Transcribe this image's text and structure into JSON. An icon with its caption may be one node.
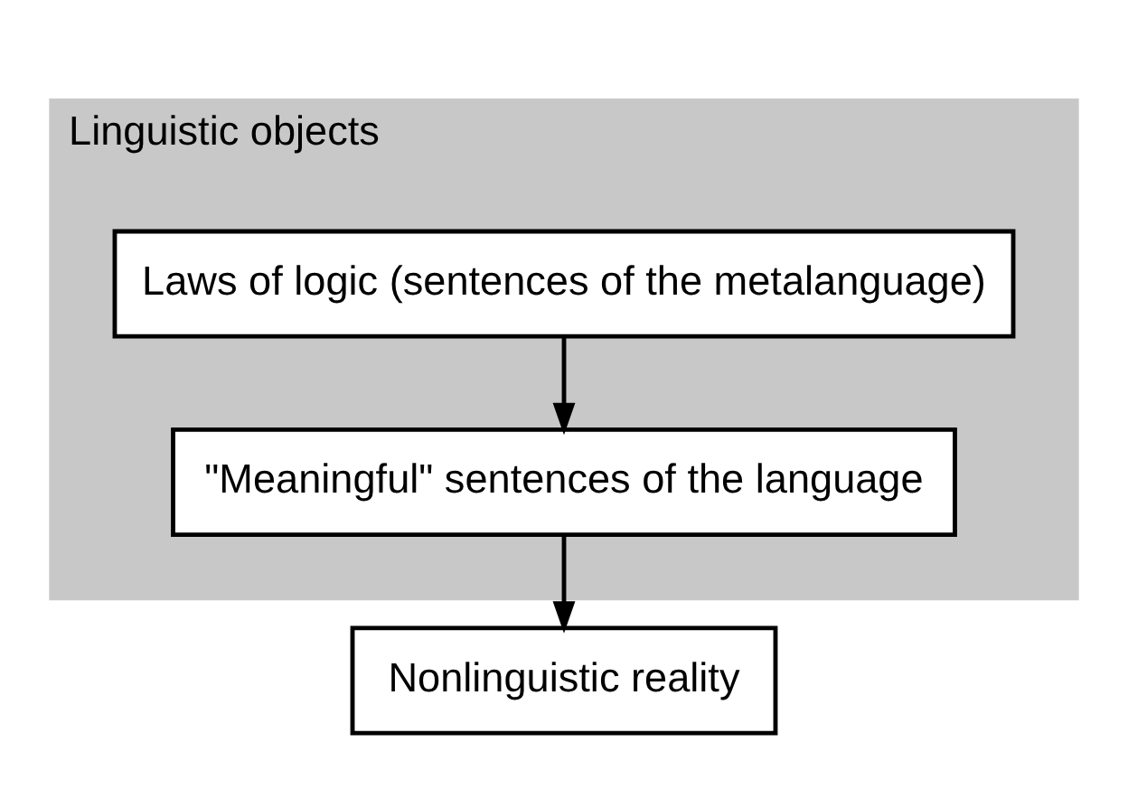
{
  "diagram": {
    "nodes": [
      {
        "text": [
          "Linguistic objects"
        ]
      },
      {
        "text": [
          "Laws of logic (sentences of the metalanguage)"
        ],
        "in": 0
      },
      {
        "text": [
          "\"Meaningful\" sentences of the language"
        ],
        "in": 0
      },
      {
        "text": [
          "Nonlinguistic reality"
        ]
      }
    ],
    "edges": [
      {
        "from": 1,
        "to": 2,
        "arrow": "to"
      },
      {
        "from": 2,
        "to": 3,
        "arrow": "to"
      }
    ]
  }
}
